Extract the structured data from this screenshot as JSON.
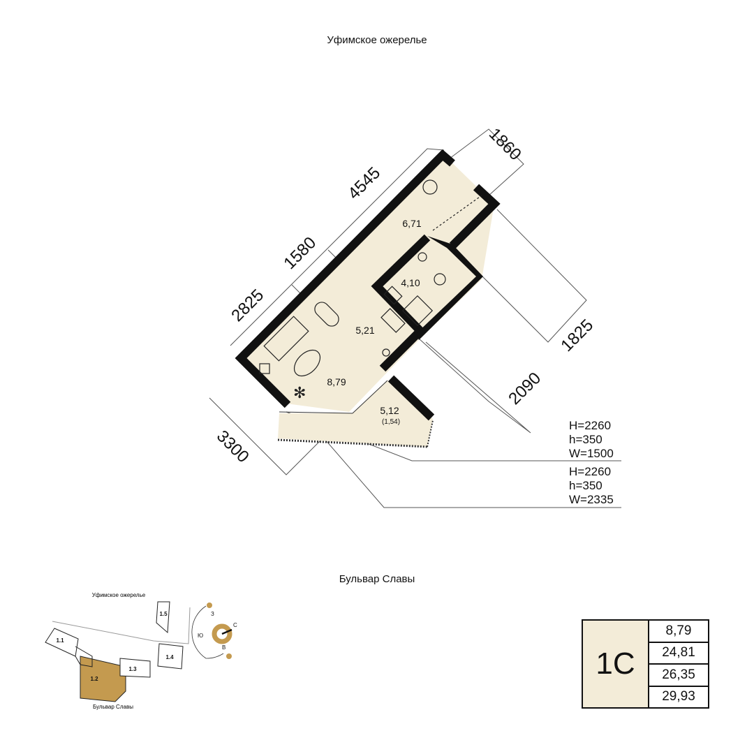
{
  "street_top": "Уфимское ожерелье",
  "street_bottom": "Бульвар Славы",
  "rooms": {
    "hall": "6,71",
    "bath": "4,10",
    "kitchen": "5,21",
    "living": "8,79",
    "balcony": "5,12",
    "balcony_reduced": "(1,54)"
  },
  "dimensions": {
    "d4545": "4545",
    "d1580": "1580",
    "d2825": "2825",
    "d1860": "1860",
    "d1825": "1825",
    "d2090": "2090",
    "d3300": "3300"
  },
  "windows": [
    {
      "h_big": "H=2260",
      "h_small": "h=350",
      "w": "W=1500"
    },
    {
      "h_big": "H=2260",
      "h_small": "h=350",
      "w": "W=2335"
    }
  ],
  "minimap": {
    "street_top": "Уфимское ожерелье",
    "street_bottom": "Бульвар Славы",
    "sections": [
      "1.1",
      "1.2",
      "1.3",
      "1.4",
      "1.5"
    ],
    "highlight": "1.2",
    "highlight_color": "#c49a4f"
  },
  "compass": {
    "north": "С",
    "south": "Ю",
    "east": "В",
    "west": "З"
  },
  "summary": {
    "type": "1С",
    "values": [
      "8,79",
      "24,81",
      "26,35",
      "29,93"
    ]
  },
  "colors": {
    "floor": "#f3ecd8",
    "accent": "#c49a4f"
  }
}
